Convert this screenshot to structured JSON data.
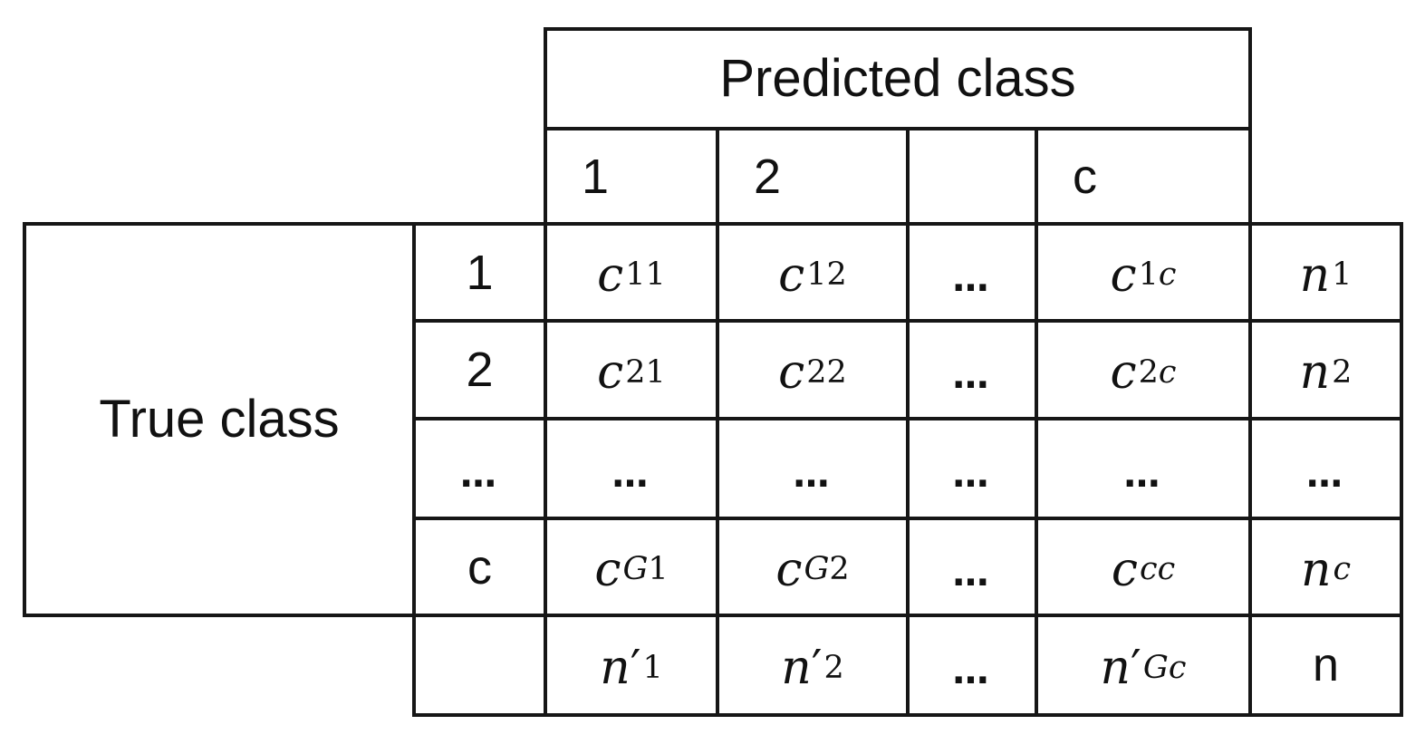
{
  "figure": {
    "predicted_axis_label": "Predicted class",
    "true_axis_label": "True class",
    "col_headers": [
      "1",
      "2",
      "",
      "c"
    ],
    "row_headers": [
      "1",
      "2",
      "…",
      "c",
      ""
    ],
    "cells": [
      [
        {
          "b": "c",
          "s": "11"
        },
        {
          "b": "c",
          "s": "12"
        },
        {
          "b": "…"
        },
        {
          "b": "c",
          "s": "1c"
        },
        {
          "b": "n",
          "s": "1"
        }
      ],
      [
        {
          "b": "c",
          "s": "21"
        },
        {
          "b": "c",
          "s": "22"
        },
        {
          "b": "…"
        },
        {
          "b": "c",
          "s": "2c"
        },
        {
          "b": "n",
          "s": "2"
        }
      ],
      [
        {
          "b": "…"
        },
        {
          "b": "…"
        },
        {
          "b": "…"
        },
        {
          "b": "…"
        },
        {
          "b": "…"
        }
      ],
      [
        {
          "b": "c",
          "s": "G1"
        },
        {
          "b": "c",
          "s": "G2"
        },
        {
          "b": "…"
        },
        {
          "b": "c",
          "s": "cc"
        },
        {
          "b": "n",
          "s": "c"
        }
      ],
      [
        {
          "b": "n′",
          "s": "1"
        },
        {
          "b": "n′",
          "s": "2"
        },
        {
          "b": "…"
        },
        {
          "b": "n′",
          "s": "Gc"
        },
        {
          "b": "n"
        }
      ]
    ],
    "colors": {
      "border": "#161616",
      "background": "#ffffff",
      "text": "#111111"
    }
  }
}
